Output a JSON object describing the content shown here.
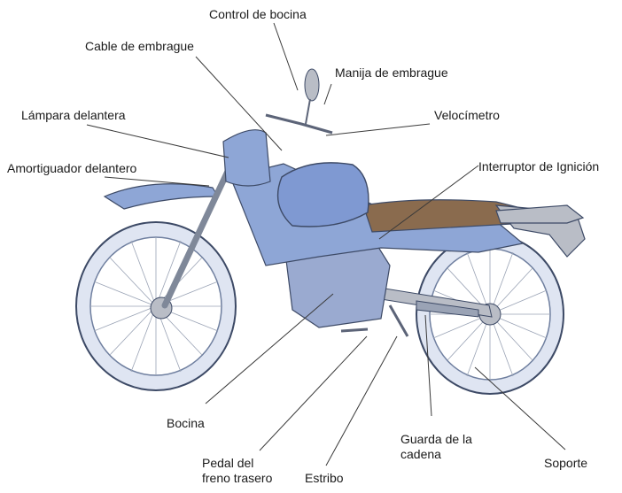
{
  "labels": {
    "control_bocina": "Control de bocina",
    "cable_embrague": "Cable de embrague",
    "manija_embrague": "Manija de embrague",
    "lampara_delantera": "Lámpara delantera",
    "velocimetro": "Velocímetro",
    "amortiguador_delantero": "Amortiguador delantero",
    "interruptor_ignicion": "Interruptor de Ignición",
    "bocina": "Bocina",
    "guarda_cadena_1": "Guarda de la",
    "guarda_cadena_2": "cadena",
    "soporte": "Soporte",
    "pedal_freno_1": "Pedal del",
    "pedal_freno_2": "freno trasero",
    "estribo": "Estribo"
  },
  "colors": {
    "body_blue": "#8ea6d6",
    "body_blue_dark": "#5f78b5",
    "seat_brown": "#8a6b4e",
    "tire": "#c9d3e8",
    "metal": "#b9bdc6",
    "outline": "#3d4a66"
  }
}
